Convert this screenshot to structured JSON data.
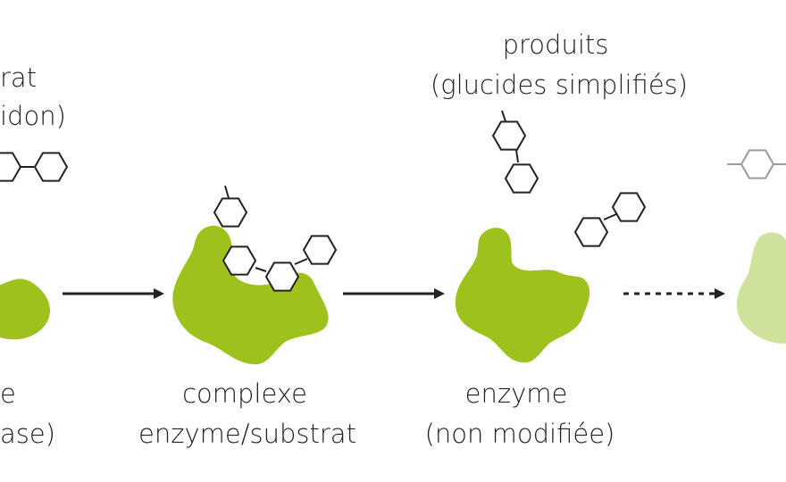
{
  "colors": {
    "enzyme": "#9dc21b",
    "enzyme_faded": "#cfe29c",
    "outline": "#222222",
    "outline_faded": "#9a9a9a",
    "text": "#222222"
  },
  "icons": [
    "hexagon-molecule-icon",
    "arrow-right-icon",
    "dashed-arrow-right-icon",
    "enzyme-blob-icon"
  ],
  "labels": {
    "substrate": {
      "line1": "rat",
      "line2": "idon)"
    },
    "enzyme_left": {
      "line1": "e",
      "line2": "ase)"
    },
    "complex": {
      "line1": "complexe",
      "line2": "enzyme/substrat"
    },
    "enzyme_unchanged": {
      "line1": "enzyme",
      "line2": "(non modifiée)"
    },
    "products": {
      "line1": "produits",
      "line2": "(glucides simplifiés)"
    }
  }
}
